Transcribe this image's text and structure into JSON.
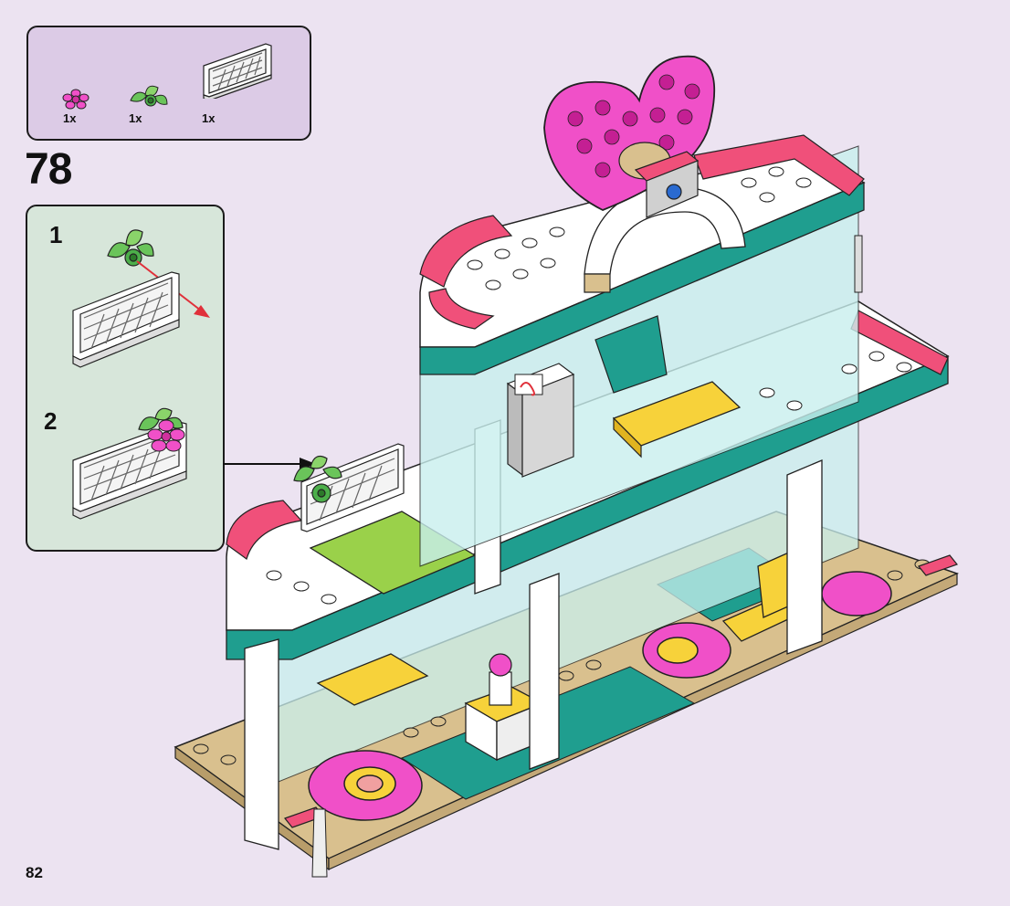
{
  "parts_list": {
    "items": [
      {
        "name": "pink-flower-icon",
        "qty": "1x"
      },
      {
        "name": "green-leaves-icon",
        "qty": "1x"
      },
      {
        "name": "white-fence-icon",
        "qty": "1x"
      }
    ]
  },
  "step": {
    "number": "78",
    "substeps": [
      {
        "label": "1"
      },
      {
        "label": "2"
      }
    ]
  },
  "page": {
    "number": "82"
  },
  "colors": {
    "background": "#ece3f1",
    "parts_box": "#dccbe6",
    "substep_box": "#d7e6da",
    "teal": "#1f9e8f",
    "pink": "#f0507a",
    "magenta": "#f050c8",
    "tan": "#d9c08e",
    "lime": "#9ad14a",
    "yellow": "#f7d23a",
    "arrow_red": "#e0303a"
  }
}
